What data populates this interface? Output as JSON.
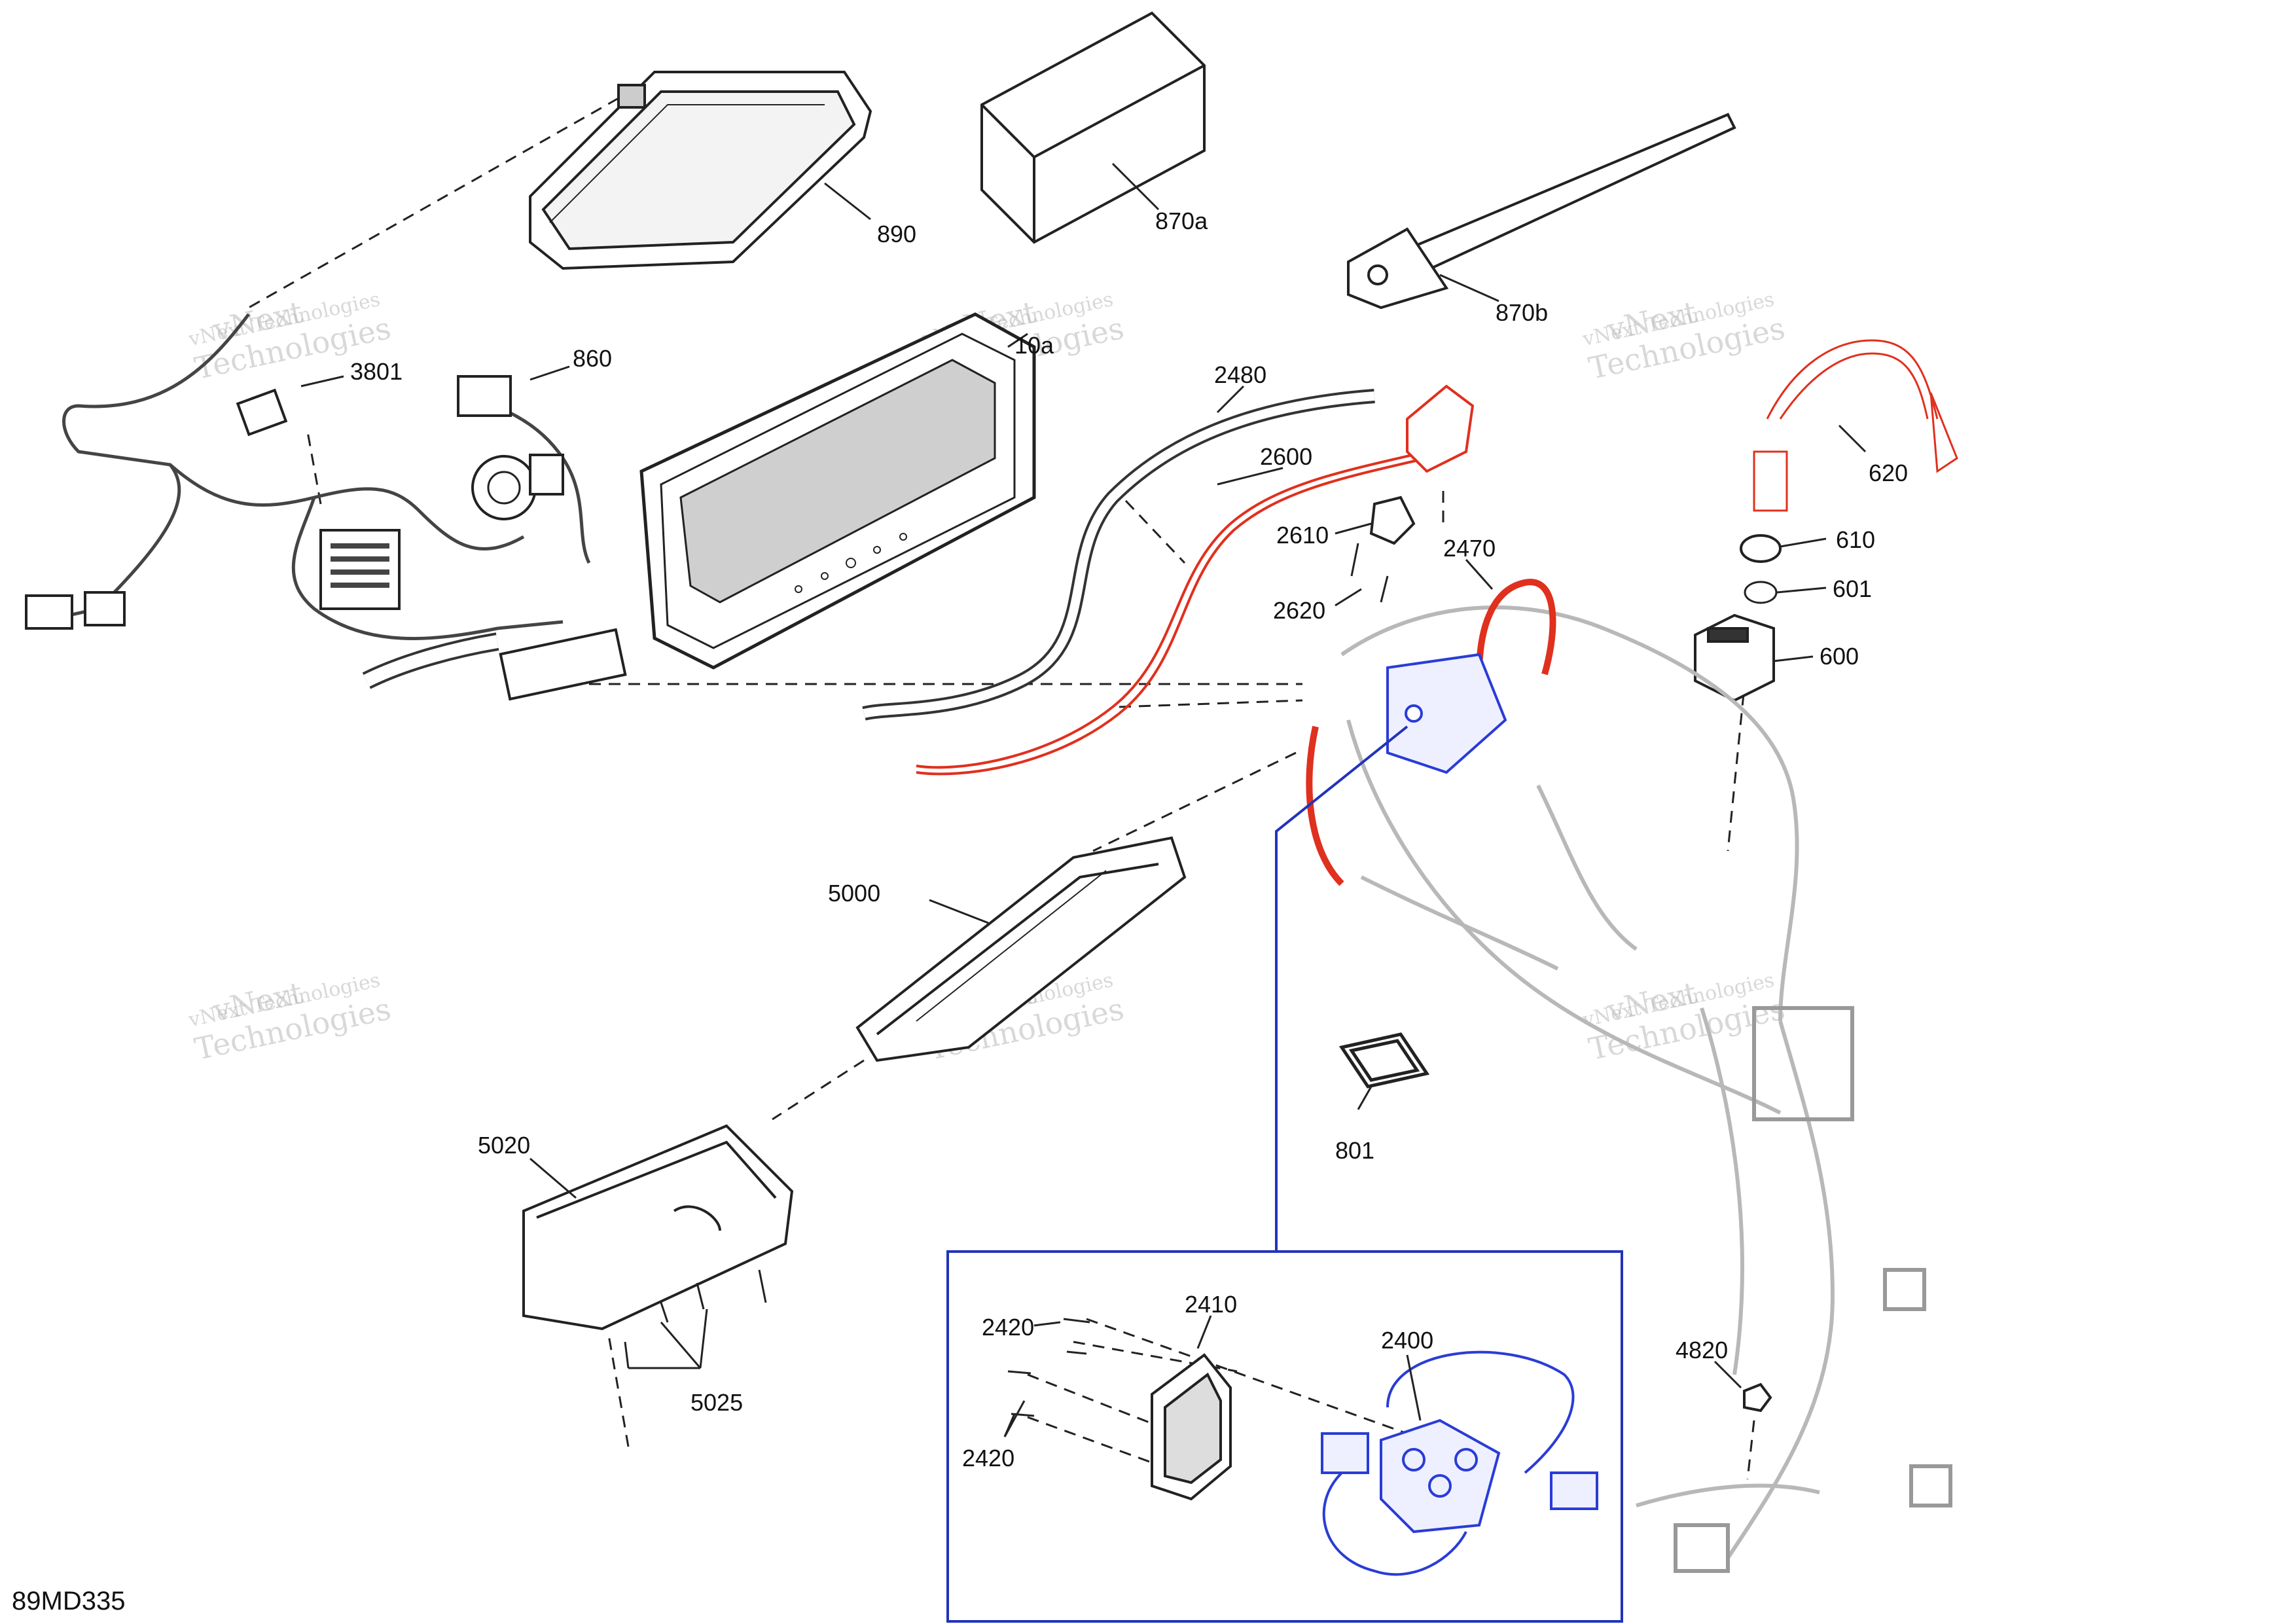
{
  "diagram": {
    "reference_code": "89MD335",
    "watermark_lines": [
      "vNext",
      "Technologies",
      "vNext Technologies"
    ],
    "colors": {
      "line": "#222222",
      "highlight_red": "#e0301e",
      "highlight_blue": "#2a3cd6",
      "detail_box": "#2233bb",
      "ghost": "#b8b8b8"
    },
    "callouts": {
      "c890": "890",
      "c870a": "870a",
      "c870b": "870b",
      "c860": "860",
      "c3801": "3801",
      "c10a": "10a",
      "c2480": "2480",
      "c2600": "2600",
      "c2610": "2610",
      "c2620": "2620",
      "c2470": "2470",
      "c620": "620",
      "c610": "610",
      "c601": "601",
      "c600": "600",
      "c5000": "5000",
      "c5020": "5020",
      "c5025": "5025",
      "c801": "801",
      "c4820": "4820",
      "c2410": "2410",
      "c2400": "2400",
      "c2420a": "2420",
      "c2420b": "2420"
    }
  }
}
